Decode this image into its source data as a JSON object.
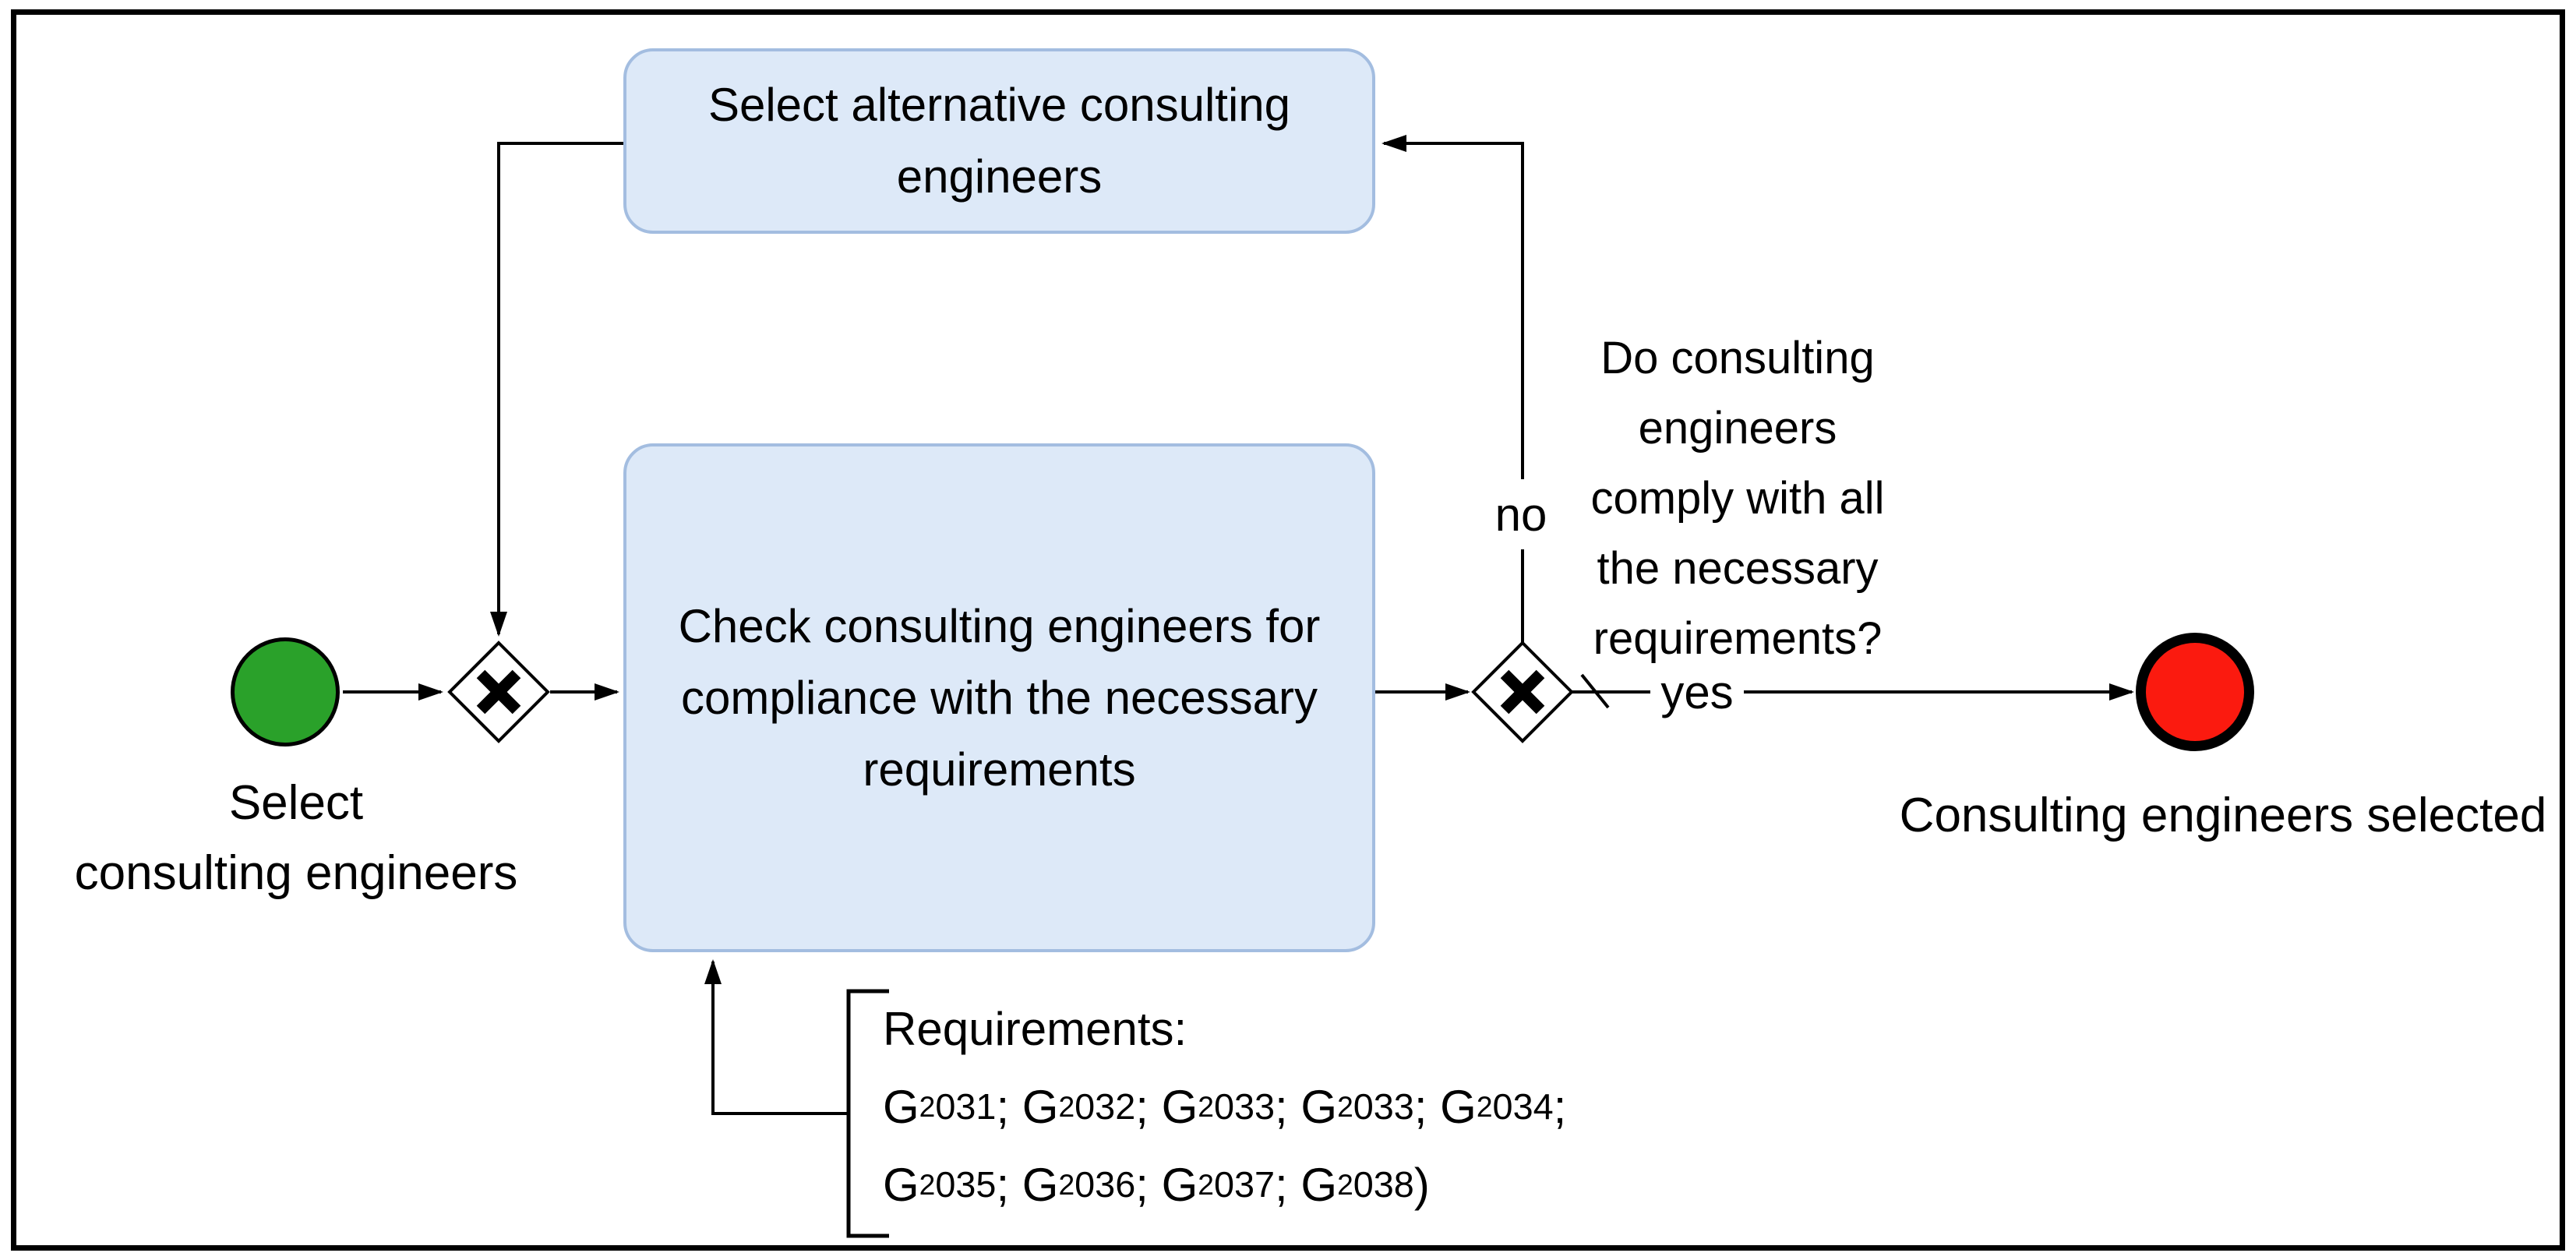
{
  "diagram": {
    "kind": "BPMN process diagram",
    "palette": {
      "task_fill": "#dde9f8",
      "task_border": "#a3bde0",
      "start_event_fill": "#2aa12a",
      "end_event_fill": "#fb1a0f",
      "line_color": "#000000",
      "text_color": "#000000",
      "frame_color": "#000000"
    }
  },
  "nodes": {
    "start": {
      "type": "start-event",
      "label": "Select\nconsulting engineers"
    },
    "gateway_merge": {
      "type": "exclusive-gateway",
      "marker": "X"
    },
    "task_check": {
      "type": "task",
      "label": "Check consulting engineers for\ncompliance with the necessary\nrequirements"
    },
    "task_alt": {
      "type": "task",
      "label": "Select alternative consulting\nengineers"
    },
    "gateway_decision": {
      "type": "exclusive-gateway",
      "marker": "X",
      "question": "Do consulting\nengineers\ncomply with all\nthe necessary\nrequirements?"
    },
    "end": {
      "type": "end-event",
      "label": "Consulting engineers selected"
    }
  },
  "edges": {
    "yes": "yes",
    "no": "no"
  },
  "annotation": {
    "title": "Requirements:",
    "line1": "G^{2}_{031}; G^{2}_{032}; G^{2}_{033}; G^{2}_{033}; G^{2}_{034};",
    "line2": "G^{2}_{035}; G^{2}_{036}; G^{2}_{037}; G^{2}_{038})"
  }
}
